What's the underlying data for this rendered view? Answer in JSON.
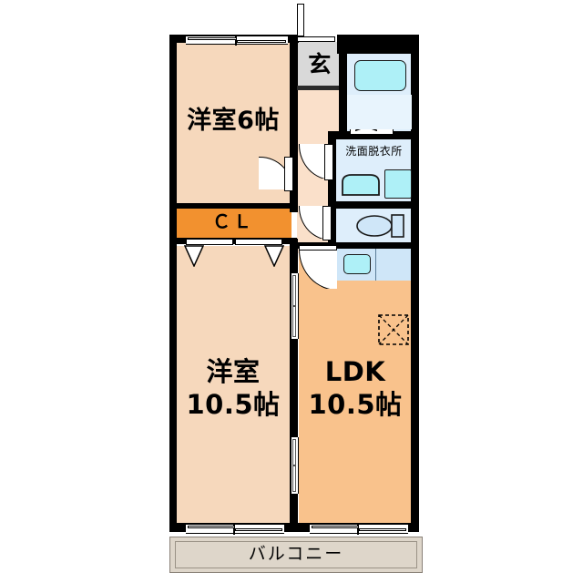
{
  "plan": {
    "type": "japanese-apartment-floorplan",
    "layout_code": "2LDK",
    "rooms": [
      {
        "id": "bedroom_6",
        "name": "洋室6帖",
        "label_lines": [
          "洋室6帖"
        ],
        "size_jo": 6,
        "color": "#f6d8bc"
      },
      {
        "id": "bedroom_105",
        "name": "洋室10.5帖",
        "label_lines": [
          "洋室",
          "10.5帖"
        ],
        "size_jo": 10.5,
        "color": "#f6d8bc"
      },
      {
        "id": "ldk_105",
        "name": "LDK10.5帖",
        "label_lines": [
          "LDK",
          "10.5帖"
        ],
        "size_jo": 10.5,
        "color": "#f9c28c"
      },
      {
        "id": "closet",
        "name": "CL",
        "label_lines": [
          "ＣＬ"
        ],
        "size_jo": null,
        "color": "#f2912f"
      },
      {
        "id": "genkan",
        "name": "玄関",
        "label_lines": [
          "玄"
        ],
        "size_jo": null,
        "color": "#d9d9d9"
      },
      {
        "id": "washroom",
        "name": "洗面脱衣所",
        "label_lines": [
          "洗面脱衣所"
        ],
        "size_jo": null,
        "color": "#deeefb"
      },
      {
        "id": "bath",
        "name": "浴室",
        "label_lines": [],
        "size_jo": null,
        "color": "#deeefb"
      },
      {
        "id": "toilet",
        "name": "トイレ",
        "label_lines": [],
        "size_jo": null,
        "color": "#deeefb"
      },
      {
        "id": "kitchen",
        "name": "キッチン",
        "label_lines": [],
        "size_jo": null,
        "color": "#cfe6f8"
      },
      {
        "id": "hall",
        "name": "廊下",
        "label_lines": [],
        "size_jo": null,
        "color": "#fae0ca"
      },
      {
        "id": "balcony",
        "name": "バルコニー",
        "label_lines": [
          "バルコニー"
        ],
        "size_jo": null,
        "color": "#ded6ca"
      }
    ],
    "labels": {
      "bedroom6": "洋室6帖",
      "bedroom105_line1": "洋室",
      "bedroom105_line2": "10.5帖",
      "ldk_line1": "LDK",
      "ldk_line2": "10.5帖",
      "closet": "ＣＬ",
      "genkan": "玄",
      "washroom": "洗面脱衣所",
      "balcony": "バルコニー"
    },
    "fixtures": [
      {
        "id": "bathtub",
        "name": "浴槽",
        "room": "bath"
      },
      {
        "id": "vanity-sink",
        "name": "洗面台",
        "room": "washroom"
      },
      {
        "id": "washer-space",
        "name": "洗濯機置場",
        "room": "washroom"
      },
      {
        "id": "toilet-bowl",
        "name": "便器",
        "room": "toilet"
      },
      {
        "id": "kitchen-sink",
        "name": "シンク",
        "room": "kitchen"
      },
      {
        "id": "ac-marker",
        "name": "エアコン表示",
        "room": "ldk_105"
      }
    ],
    "openings": [
      {
        "id": "entry-door",
        "type": "hinged-door",
        "room": "genkan"
      },
      {
        "id": "genkan-hall-door",
        "type": "hinged-door",
        "room": "hall"
      },
      {
        "id": "bedroom6-door",
        "type": "hinged-door",
        "room": "bedroom_6"
      },
      {
        "id": "washroom-door",
        "type": "hinged-door",
        "room": "washroom"
      },
      {
        "id": "toilet-door",
        "type": "hinged-door",
        "room": "toilet"
      },
      {
        "id": "ldk-hall-door",
        "type": "hinged-door",
        "room": "ldk_105"
      },
      {
        "id": "bath-door",
        "type": "folding-door",
        "room": "bath"
      },
      {
        "id": "partition-door",
        "type": "sliding-door",
        "room": "bedroom_105"
      },
      {
        "id": "window-north",
        "type": "sliding-window",
        "room": "bedroom_6"
      },
      {
        "id": "balcony-door-1",
        "type": "sliding-window",
        "room": "bedroom_105"
      },
      {
        "id": "balcony-door-2",
        "type": "sliding-window",
        "room": "ldk_105"
      },
      {
        "id": "closet-doors",
        "type": "closet-doors",
        "room": "closet"
      }
    ],
    "colors": {
      "wall": "#000000",
      "room_fill": "#f6d8bc",
      "ldk_fill": "#f9c28c",
      "hall_fill": "#fae0ca",
      "closet_fill": "#f2912f",
      "genkan_fill": "#d9d9d9",
      "wet_fill": "#deeefb",
      "kitchen_fill": "#cfe6f8",
      "fixture_fill": "#aef0f7",
      "balcony_fill": "#ded6ca",
      "background": "#ffffff"
    }
  }
}
